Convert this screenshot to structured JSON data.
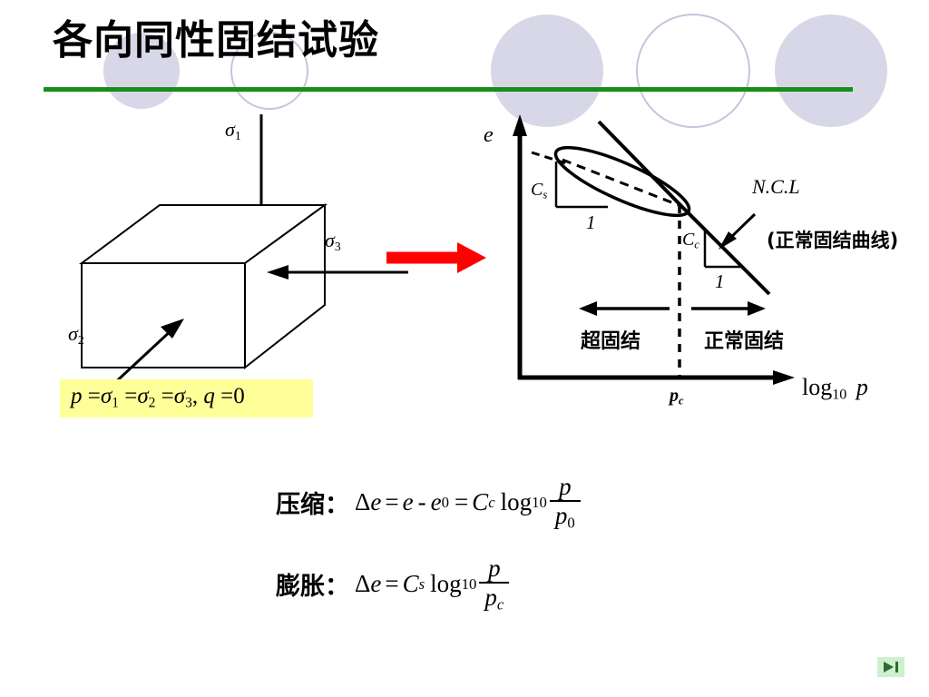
{
  "slide": {
    "title": "各向同性固结试验",
    "accent_line_color": "#1a8c1a",
    "deco_circle_fill": "#d7d7e8",
    "deco_circle_stroke": "#c5c5dd",
    "background": "#ffffff"
  },
  "cube_diagram": {
    "name": "isotropic-stress-cube",
    "labels": {
      "sigma1": "σ",
      "sigma1_sub": "1",
      "sigma2": "σ",
      "sigma2_sub": "2",
      "sigma3": "σ",
      "sigma3_sub": "3"
    },
    "arrows": [
      {
        "name": "sigma1-arrow",
        "direction": "down"
      },
      {
        "name": "sigma3-arrow",
        "direction": "left"
      },
      {
        "name": "sigma2-arrow",
        "direction": "up-right"
      }
    ]
  },
  "yellow_formula": {
    "text_plain": "p = σ1 = σ2 = σ3, q = 0",
    "p": "p",
    "eq": "=",
    "sigma": "σ",
    "comma": ",",
    "q": "q",
    "zero": "0",
    "background": "#ffff99"
  },
  "transition_arrow": {
    "name": "red-right-arrow",
    "color": "#ff0000"
  },
  "chart_data": {
    "type": "line",
    "title": "",
    "xlabel": "log10 p",
    "ylabel": "e",
    "axis_x_label_main": "log",
    "axis_x_label_sub": "10",
    "axis_x_label_var": "p",
    "axis_y_label": "e",
    "grid": false,
    "legend_position": "none",
    "annotations": [
      {
        "name": "ncl-label",
        "text": "N.C.L"
      },
      {
        "name": "ncl-chinese-label",
        "text": "(正常固结曲线)"
      },
      {
        "name": "cs-label",
        "text": "C",
        "sub": "s"
      },
      {
        "name": "cc-label",
        "text": "C",
        "sub": "c"
      },
      {
        "name": "cs-slope-unit",
        "text": "1"
      },
      {
        "name": "cc-slope-unit",
        "text": "1"
      },
      {
        "name": "pc-label",
        "text": "p",
        "sub": "c"
      },
      {
        "name": "overconsolidated-region",
        "text": "超固结"
      },
      {
        "name": "normally-consolidated-region",
        "text": "正常固结"
      }
    ],
    "series": [
      {
        "name": "N.C.L (normal consolidation line)",
        "style": "solid",
        "points": [
          [
            0.37,
            0.95
          ],
          [
            0.78,
            0.22
          ]
        ]
      },
      {
        "name": "swelling-recompression loop",
        "style": "closed-loop",
        "points": [
          [
            0.2,
            0.8
          ],
          [
            0.62,
            0.47
          ]
        ]
      },
      {
        "name": "unloading dashed path",
        "style": "dashed",
        "points": [
          [
            0.11,
            0.86
          ],
          [
            0.62,
            0.47
          ]
        ]
      }
    ],
    "markers": [
      {
        "name": "pc-vertical-dashed",
        "x": 0.56,
        "style": "dashed"
      }
    ]
  },
  "equations": [
    {
      "name": "compression-equation",
      "label": "压缩：",
      "delta": "Δ",
      "e": "e",
      "eq1": "=",
      "e2": "e",
      "minus": "-",
      "e0": "e",
      "e0_sub": "0",
      "eq2": "=",
      "coef": "C",
      "coef_sub": "c",
      "log": "log",
      "log_sub": "10",
      "num": "p",
      "den": "p",
      "den_sub": "0"
    },
    {
      "name": "swelling-equation",
      "label": "膨胀：",
      "delta": "Δ",
      "e": "e",
      "eq1": "=",
      "coef": "C",
      "coef_sub": "s",
      "log": "log",
      "log_sub": "10",
      "num": "p",
      "den": "p",
      "den_sub": "c"
    }
  ],
  "next_button": {
    "name": "next-slide-button",
    "icon": "skip-forward-icon",
    "background": "#cdf0cd",
    "glyph_color": "#2f6b2f"
  }
}
